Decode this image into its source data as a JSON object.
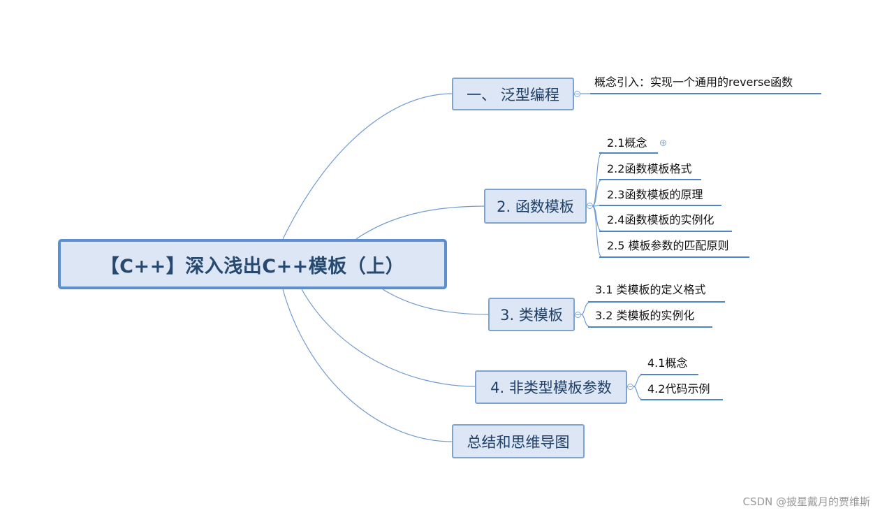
{
  "root": {
    "title": "【C++】深入浅出C++模板（上）"
  },
  "topics": [
    {
      "label": "一、 泛型编程",
      "children": [
        "概念引入：实现一个通用的reverse函数"
      ]
    },
    {
      "label": "2. 函数模板",
      "children": [
        "2.1概念",
        "2.2函数模板格式",
        "2.3函数模板的原理",
        "2.4函数模板的实例化",
        "2.5 模板参数的匹配原则"
      ]
    },
    {
      "label": "3. 类模板",
      "children": [
        "3.1 类模板的定义格式",
        "3.2 类模板的实例化"
      ]
    },
    {
      "label": "4. 非类型模板参数",
      "children": [
        "4.1概念",
        "4.2代码示例"
      ]
    },
    {
      "label": "总结和思维导图",
      "children": []
    }
  ],
  "watermark": "CSDN @披星戴月的贾维斯",
  "colors": {
    "line": "#5b8fcf",
    "topic_fill": "#dce6f4",
    "root_border": "#5b8fcf",
    "topic_text": "#1f3f66"
  }
}
